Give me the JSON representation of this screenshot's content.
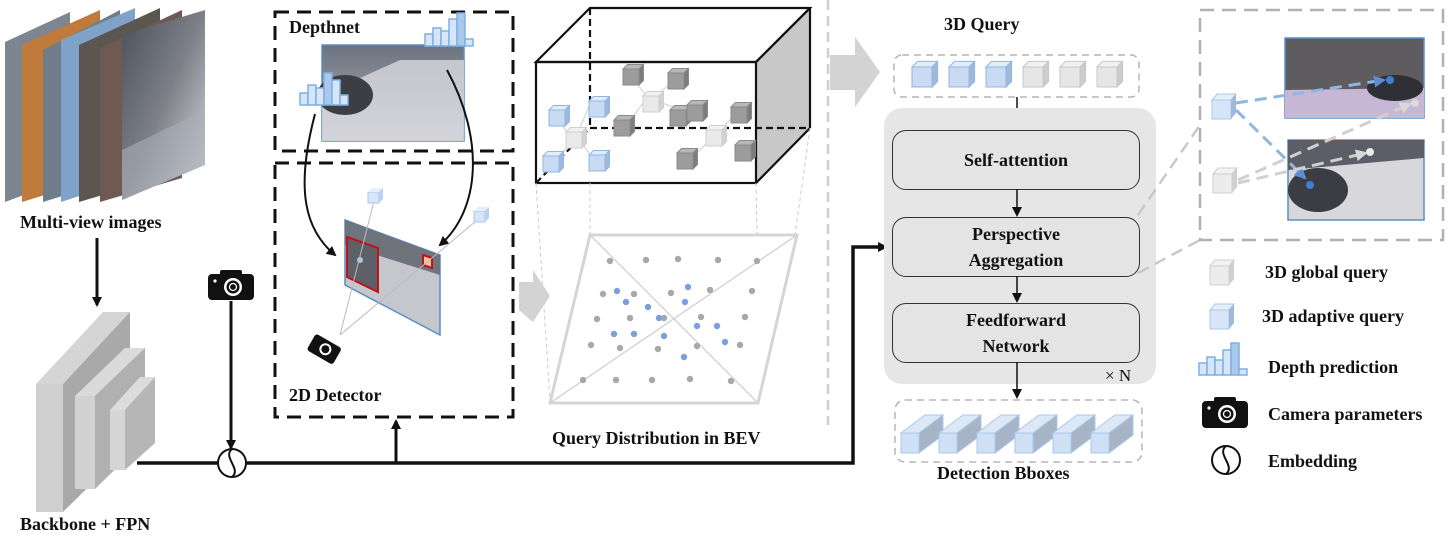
{
  "input": {
    "multi_view_label": "Multi-view images",
    "backbone_label": "Backbone + FPN"
  },
  "modules": {
    "depthnet_label": "Depthnet",
    "detector_label": "2D Detector",
    "bev_label": "Query Distribution in BEV"
  },
  "decoder": {
    "query_title": "3D Query",
    "blocks": [
      {
        "label_line1": "Self-attention",
        "label_line2": ""
      },
      {
        "label_line1": "Perspective",
        "label_line2": "Aggregation"
      },
      {
        "label_line1": "Feedforward",
        "label_line2": "Network"
      }
    ],
    "repeat_label": "× N",
    "output_label": "Detection Bboxes",
    "query_cubes": [
      "adaptive",
      "adaptive",
      "adaptive",
      "global",
      "global",
      "global"
    ],
    "bbox_count": 6
  },
  "legend": [
    {
      "icon": "global-query-cube-icon",
      "label": "3D global query"
    },
    {
      "icon": "adaptive-query-cube-icon",
      "label": "3D adaptive query"
    },
    {
      "icon": "depth-histogram-icon",
      "label": "Depth prediction"
    },
    {
      "icon": "camera-icon",
      "label": "Camera parameters"
    },
    {
      "icon": "embedding-icon",
      "label": "Embedding"
    }
  ],
  "colors": {
    "adaptive_fill": "#c9dbf2",
    "adaptive_stroke": "#8fb6e3",
    "global_fill": "#e6e6e6",
    "global_stroke": "#c8c8c8",
    "dark_cube": "#9c9c9c",
    "bev_blue_dot": "#7c9fde",
    "bev_gray_dot": "#a8a8a8",
    "decoder_bg": "#e6e6e6",
    "box_stroke": "#111111",
    "dashed_gray": "#bbbbbb"
  }
}
